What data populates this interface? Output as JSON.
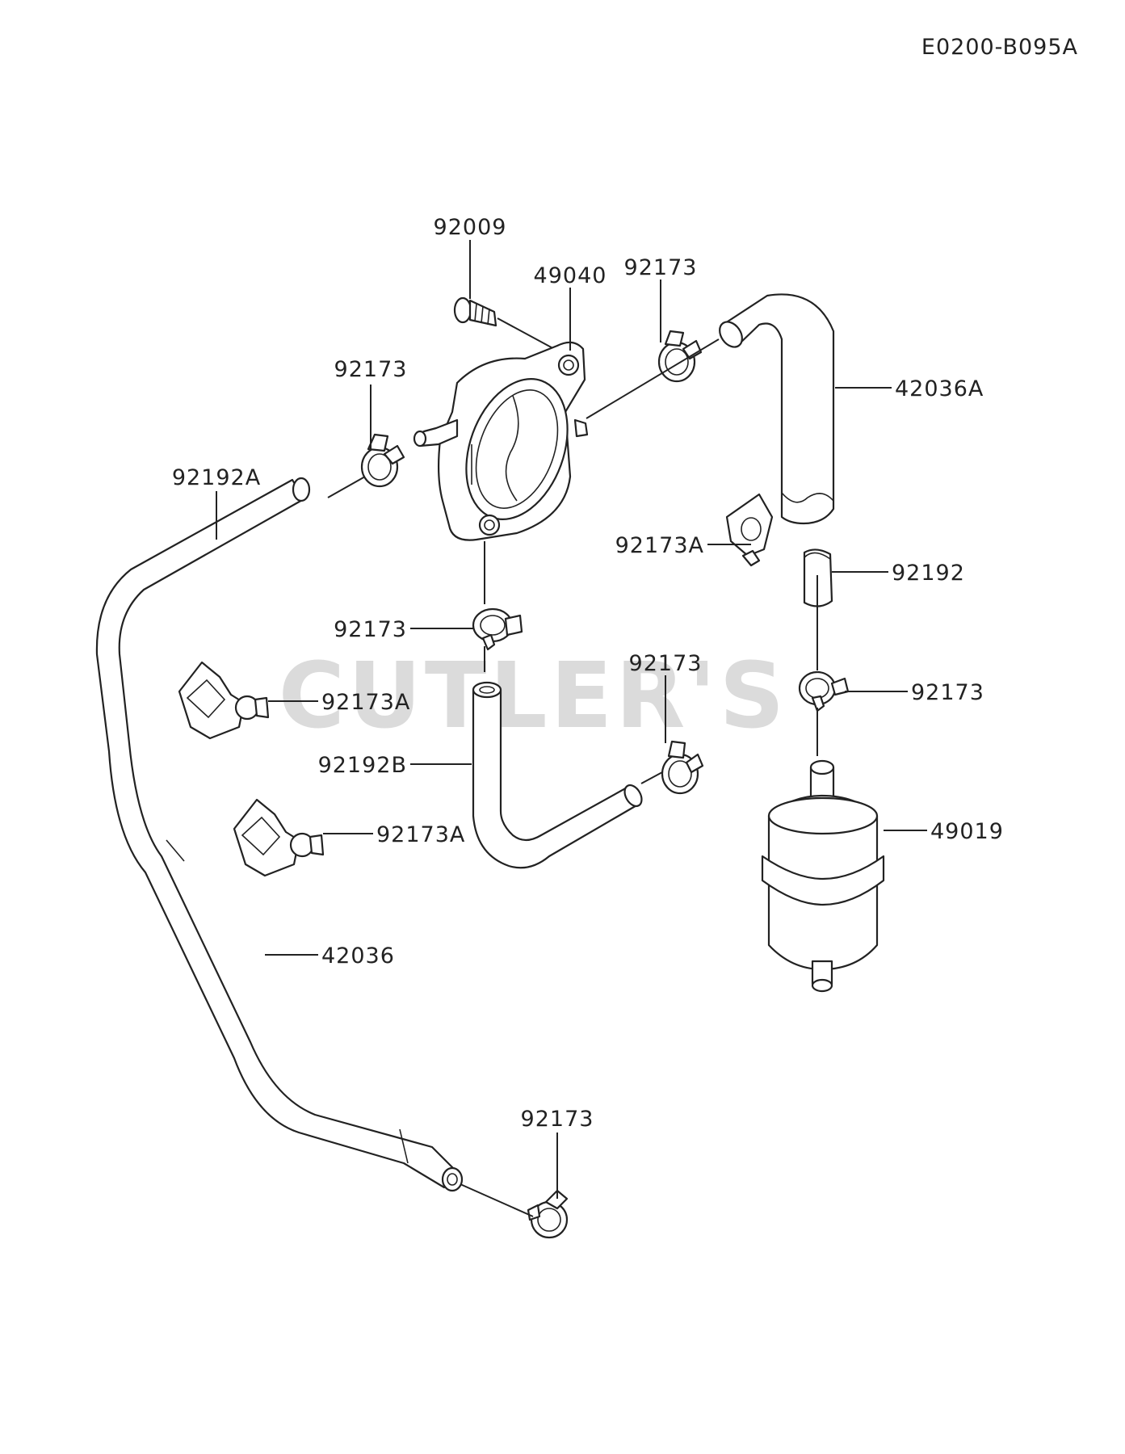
{
  "diagram_ref": "E0200-B095A",
  "watermark": "CUTLER'S",
  "labels": {
    "l92009": "92009",
    "l49040": "49040",
    "l92173_top": "92173",
    "l42036A": "42036A",
    "l92173_left": "92173",
    "l92192A": "92192A",
    "l92173A_mid": "92173A",
    "l92192": "92192",
    "l92173_center": "92173",
    "l92173_right": "92173",
    "l92173A_left1": "92173A",
    "l92173_lowmid": "92173",
    "l92192B": "92192B",
    "l49019": "49019",
    "l92173A_left2": "92173A",
    "l42036": "42036",
    "l92173_bottom": "92173"
  }
}
